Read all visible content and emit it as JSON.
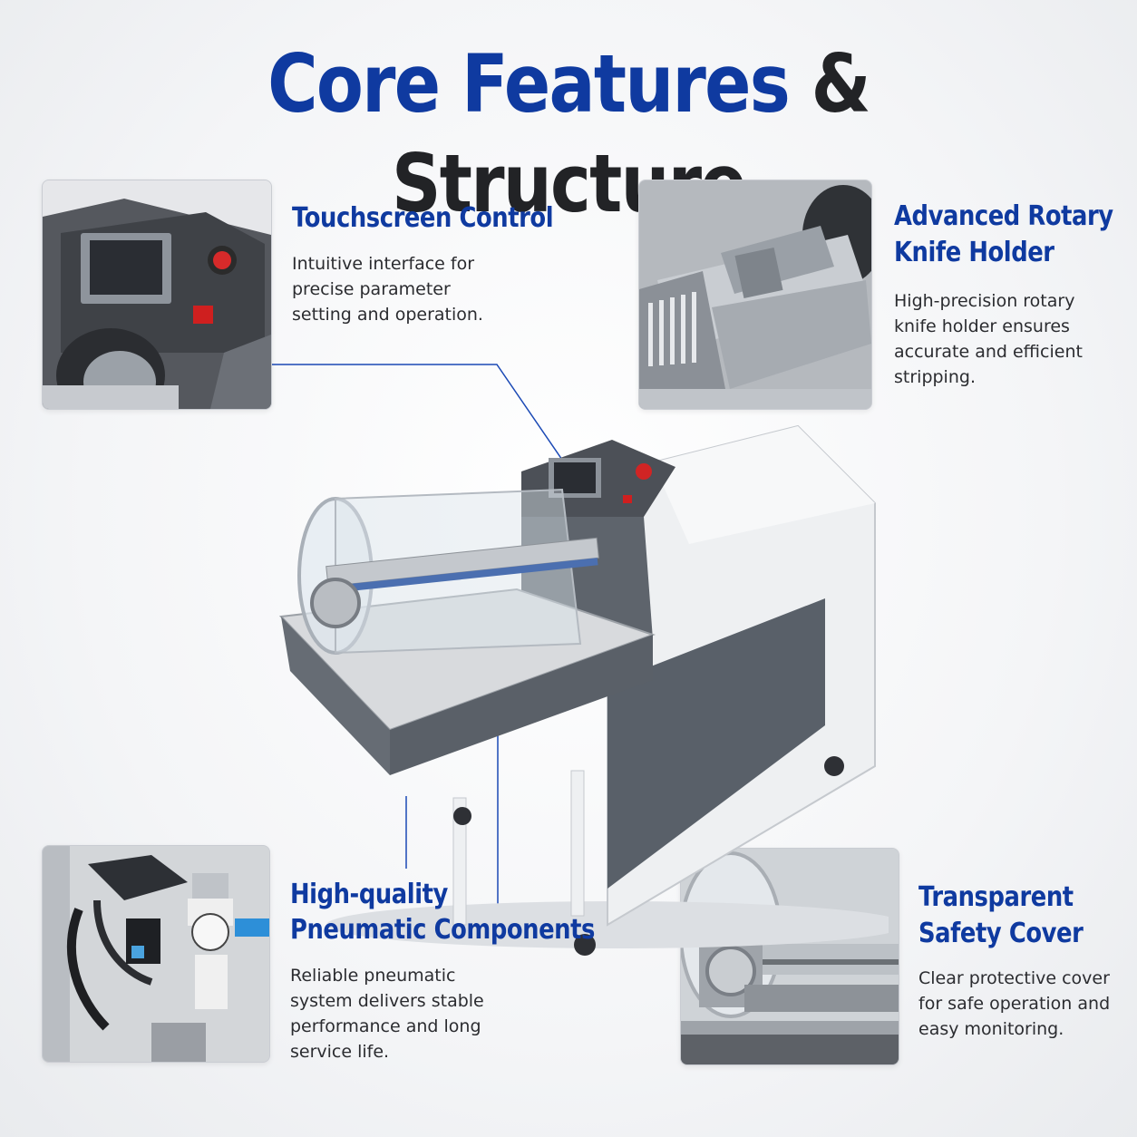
{
  "header": {
    "title_part1": "Core Features",
    "title_part2": "& Structure"
  },
  "features": {
    "touchscreen": {
      "title": "Touchscreen Control",
      "desc": "Intuitive interface for precise parameter setting and operation."
    },
    "rotary": {
      "title_line1": "Advanced Rotary",
      "title_line2": "Knife Holder",
      "desc": "High-precision rotary knife holder ensures accurate and efficient stripping."
    },
    "pneumatic": {
      "title_line1": "High-quality",
      "title_line2": "Pneumatic Components",
      "desc": "Reliable pneumatic system delivers stable performance and long service life."
    },
    "cover": {
      "title_line1": "Transparent",
      "title_line2": "Safety Cover",
      "desc": "Clear protective cover for safe operation and easy monitoring."
    }
  },
  "colors": {
    "accent_blue": "#0f3aa0",
    "heading_dark": "#222326",
    "leader_line": "#1b49b5"
  }
}
